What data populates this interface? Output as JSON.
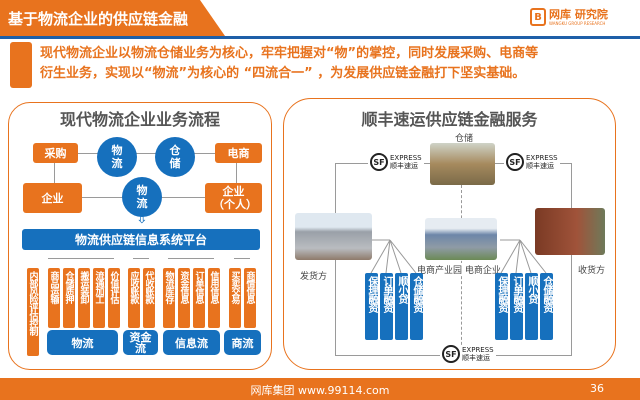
{
  "header": {
    "title": "基于物流企业的供应链金融",
    "logo_text": "网库 研究院",
    "logo_sub": "WANGKU GROUP RESEARCH"
  },
  "intro": {
    "line1": "现代物流企业以物流仓储业务为核心，牢牢把握对“物”的掌控，同时发展采购、电商等",
    "line2": "衍生业务，实现以“物流”为核心的 “四流合一” ，为发展供应链金融打下坚实基础。"
  },
  "left": {
    "title": "现代物流企业业务流程",
    "purchase": "采购",
    "logistics1": "物流",
    "storage": "仓储",
    "ecommerce": "电商",
    "enterprise": "企业",
    "logistics2": "物流",
    "customer": "企业（个人）",
    "platform": "物流供应链信息系统平台",
    "risk": "内部风险评估控制",
    "items": [
      "商品运输",
      "仓储质押",
      "搬运装卸",
      "流通加工",
      "价值评估",
      "应收账款",
      "代收账款",
      "物流库存",
      "资金信息",
      "订单信息",
      "信用信息",
      "买卖交易",
      "商情信息"
    ],
    "groups": [
      "物流",
      "资金流",
      "信息流",
      "商流"
    ]
  },
  "right": {
    "title": "顺丰速运供应链金融服务",
    "storage_label": "仓储",
    "shipper": "发货方",
    "center_label": "电商产业园 电商企业",
    "receiver": "收货方",
    "sf_express": "EXPRESS",
    "sf_cn": "顺丰速运",
    "sf_mark": "SF",
    "services": [
      "保理融资",
      "订单融资",
      "顺小贷",
      "仓储融资"
    ]
  },
  "footer": {
    "text": "网库集团 www.99114.com",
    "page": "36"
  },
  "colors": {
    "orange": "#e8731e",
    "blue": "#1670bd"
  }
}
